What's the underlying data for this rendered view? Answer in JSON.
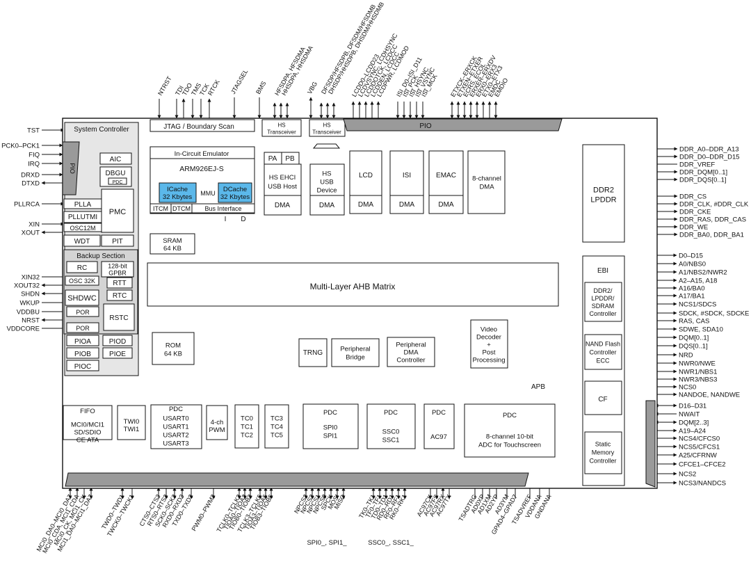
{
  "left_signals": [
    "TST",
    "PCK0–PCK1",
    "FIQ",
    "IRQ",
    "DRXD",
    "DTXD",
    "PLLRCA",
    "XIN",
    "XOUT",
    "XIN32",
    "XOUT32",
    "SHDN",
    "WKUP",
    "VDDBU",
    "NRST",
    "VDDCORE"
  ],
  "top_signals": {
    "jtag": [
      "NTRST",
      "TDI",
      "TDO",
      "TMS",
      "TCK",
      "RTCK"
    ],
    "jtagsel": "JTAGSEL",
    "bms": "BMS",
    "hs_host": [
      "HFSDPA, HFSDMA",
      "HHSDPA, HHSDMA"
    ],
    "vbg": "VBG",
    "hs_device": [
      "DFSDP/HFSDPB, DFSDM/HFSDMB",
      "DHSDP/HHSDPB, DHSDM/HHSDMB"
    ],
    "lcd": [
      "LCDD0–LCDD23",
      "LCDVSYNC, LCDHSYNC",
      "LCDDOTCK, LCDCC",
      "LCDDEN, LCDCC",
      "LCDPWR, LCDMOD"
    ],
    "isi": [
      "ISI_D0–ISI_D11",
      "ISI_PCK",
      "ISI_HSYNC",
      "ISI_VSYNC",
      "ISI_MCK"
    ],
    "emac": [
      "ETXCK–ERXCK",
      "ETXEN–ETXER",
      "ECRS, ECOL",
      "ERXER–ERXDV",
      "ERX0–ERX3",
      "ETX0–ETX3",
      "EMDC",
      "EMDIO"
    ]
  },
  "right_ddr": [
    "DDR_A0–DDR_A13",
    "DDR_D0–DDR_D15",
    "DDR_VREF",
    "DDR_DQM[0..1]",
    "DDR_DQS[0..1]",
    "DDR_CS",
    "DDR_CLK, #DDR_CLK",
    "DDR_CKE",
    "DDR_RAS, DDR_CAS",
    "DDR_WE",
    "DDR_BA0, DDR_BA1"
  ],
  "right_ebi": [
    "D0–D15",
    "A0/NBS0",
    "A1/NBS2/NWR2",
    "A2–A15, A18",
    "A16/BA0",
    "A17/BA1",
    "NCS1/SDCS",
    "SDCK, #SDCK, SDCKE",
    "RAS, CAS",
    "SDWE, SDA10",
    "DQM[0..1]",
    "DQS[0..1]",
    "NRD",
    "NWR0/NWE",
    "NWR1/NBS1",
    "NWR3/NBS3",
    "NCS0",
    "NANDOE, NANDWE",
    "D16–D31",
    "NWAIT",
    "DQM[2..3]",
    "A19–A24",
    "NCS4/CFCS0",
    "NCS5/CFCS1",
    "A25/CFRNW",
    "CFCE1–CFCE2",
    "NCS2",
    "NCS3/NANDCS"
  ],
  "bottom_signals": {
    "mci": [
      "MCI0_DA0–MCI0_DA7",
      "MCI0_CDA, MCI1_CDA",
      "MCI0_CK, MCI1_CK",
      "MCI1_DA0–MCI1_DA7"
    ],
    "twi": [
      "TWD0–TWD1",
      "TWCK0–TWCK1"
    ],
    "usart": [
      "CTS0–CTS3",
      "RTS0–RTS3",
      "SCK0–SCK3",
      "RXD0–RXD3",
      "TXD0–TXD3"
    ],
    "pwm": [
      "PWM0–PWM3"
    ],
    "tc": [
      "TCLK0–TCLK2",
      "TIOA0–TIOA2",
      "TIOB0–TIOB2",
      "TCLK3–TCLK5",
      "TIOA3–TIOA5",
      "TIOB3–TIOB5"
    ],
    "spi": [
      "NPCS3",
      "NPCS2",
      "NPCS1",
      "NPCS0",
      "SPCK",
      "MOSI",
      "MISO"
    ],
    "ssc": [
      "TK0–TK1",
      "TF0–TF1",
      "TD0–TD1",
      "RD0–RD1",
      "RF0–RF1",
      "RK0–RK1"
    ],
    "ac97": [
      "AC97CK",
      "AC97FS",
      "AC97RX",
      "AC97TX"
    ],
    "adc": [
      "TSADTRG",
      "AD0XP",
      "AD1XM",
      "AD2YP",
      "AD3YM",
      "GPAD4–GPAD7",
      "TSADVREF",
      "VDDANA",
      "GNDANA"
    ],
    "spi_group": "SPI0_, SPI1_",
    "ssc_group": "SSC0_, SSC1_"
  },
  "blocks": {
    "system_controller": "System Controller",
    "pio": "PIO",
    "aic": "AIC",
    "dbgu": "DBGU",
    "pdc": "PDC",
    "plla": "PLLA",
    "pllutmi": "PLLUTMI",
    "osc12m": "OSC12M",
    "pmc": "PMC",
    "wdt": "WDT",
    "pit": "PIT",
    "backup_section": "Backup Section",
    "rc": "RC",
    "gpbr": [
      "128-bit",
      "GPBR"
    ],
    "osc32k": "OSC 32K",
    "rtt": "RTT",
    "shdwc": "SHDWC",
    "rtc": "RTC",
    "por": "POR",
    "rstc": "RSTC",
    "pioa": "PIOA",
    "piod": "PIOD",
    "piob": "PIOB",
    "pioe": "PIOE",
    "pioc": "PIOC",
    "jtag_scan": "JTAG / Boundary Scan",
    "ice": "In-Circuit Emulator",
    "arm": "ARM926EJ-S",
    "icache": [
      "ICache",
      "32 Kbytes"
    ],
    "mmu": "MMU",
    "dcache": [
      "DCache",
      "32 Kbytes"
    ],
    "itcm": "ITCM",
    "dtcm": "DTCM",
    "bus_interface": "Bus Interface",
    "bus_i": "I",
    "bus_d": "D",
    "sram": [
      "SRAM",
      "64 KB"
    ],
    "hs_transceiver": [
      "HS",
      "Transceiver"
    ],
    "pa": "PA",
    "pb": "PB",
    "hs_ehci": [
      "HS EHCI",
      "USB Host"
    ],
    "hs_usb_device": [
      "HS",
      "USB",
      "Device"
    ],
    "dma": "DMA",
    "lcd": "LCD",
    "isi": "ISI",
    "emac": "EMAC",
    "dma8": [
      "8-channel",
      "DMA"
    ],
    "ddr2": [
      "DDR2",
      "LPDDR"
    ],
    "ahb_matrix": "Multi-Layer AHB Matrix",
    "ebi": "EBI",
    "ddr2_ctrl": [
      "DDR2/",
      "LPDDR/",
      "SDRAM",
      "Controller"
    ],
    "nand_ctrl": [
      "NAND Flash",
      "Controller",
      "ECC"
    ],
    "cf": "CF",
    "static_ctrl": [
      "Static",
      "Memory",
      "Controller"
    ],
    "rom": [
      "ROM",
      "64 KB"
    ],
    "trng": "TRNG",
    "peripheral_bridge": [
      "Peripheral",
      "Bridge"
    ],
    "peripheral_dma": [
      "Peripheral",
      "DMA",
      "Controller"
    ],
    "video_decoder": [
      "Video",
      "Decoder",
      "+",
      "Post",
      "Processing"
    ],
    "apb": "APB",
    "fifo": "FIFO",
    "mci": [
      "MCI0/MCI1",
      "SD/SDIO",
      "CE ATA"
    ],
    "twi": [
      "TWI0",
      "TWI1"
    ],
    "usart": [
      "USART0",
      "USART1",
      "USART2",
      "USART3"
    ],
    "pwm": [
      "4-ch",
      "PWM"
    ],
    "tc012": [
      "TC0",
      "TC1",
      "TC2"
    ],
    "tc345": [
      "TC3",
      "TC4",
      "TC5"
    ],
    "spi": [
      "SPI0",
      "SPI1"
    ],
    "ssc": [
      "SSC0",
      "SSC1"
    ],
    "ac97": "AC97",
    "adc": [
      "8-channel 10-bit",
      "ADC for Touchscreen"
    ]
  },
  "colors": {
    "cache_fill": "#5bb8ea",
    "bar_fill": "#9a9a9a",
    "line": "#111111"
  }
}
